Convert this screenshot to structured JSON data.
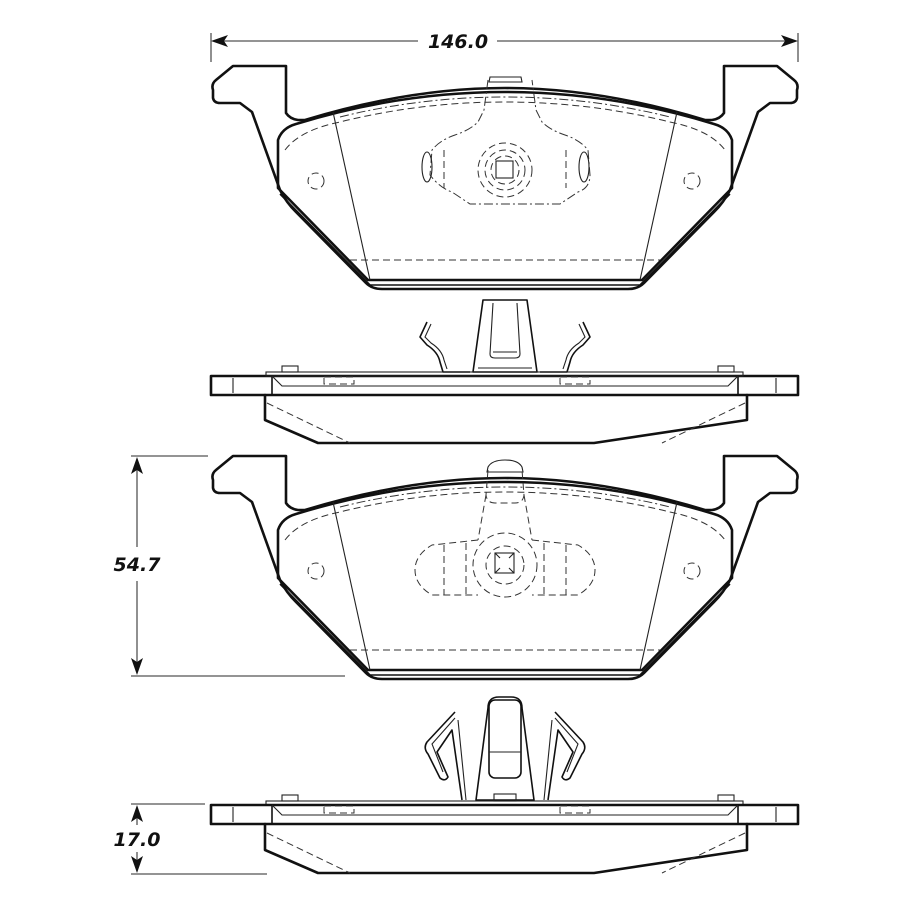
{
  "drawing": {
    "title": "Brake pad set technical drawing",
    "views": [
      {
        "name": "pad-front-view-upper",
        "label": "Pad face view (upper pad)"
      },
      {
        "name": "pad-side-view-upper",
        "label": "Pad edge view with clip (upper)"
      },
      {
        "name": "pad-front-view-lower",
        "label": "Pad face view (lower pad)"
      },
      {
        "name": "pad-side-view-lower",
        "label": "Pad edge view with clip (lower)"
      }
    ],
    "dimensions": {
      "width": {
        "value": "146.0",
        "orientation": "horizontal"
      },
      "height": {
        "value": "54.7",
        "orientation": "vertical"
      },
      "thickness": {
        "value": "17.0",
        "orientation": "vertical"
      }
    },
    "colors": {
      "line": "#111111",
      "dimension_line": "#555555",
      "background": "#ffffff"
    }
  }
}
